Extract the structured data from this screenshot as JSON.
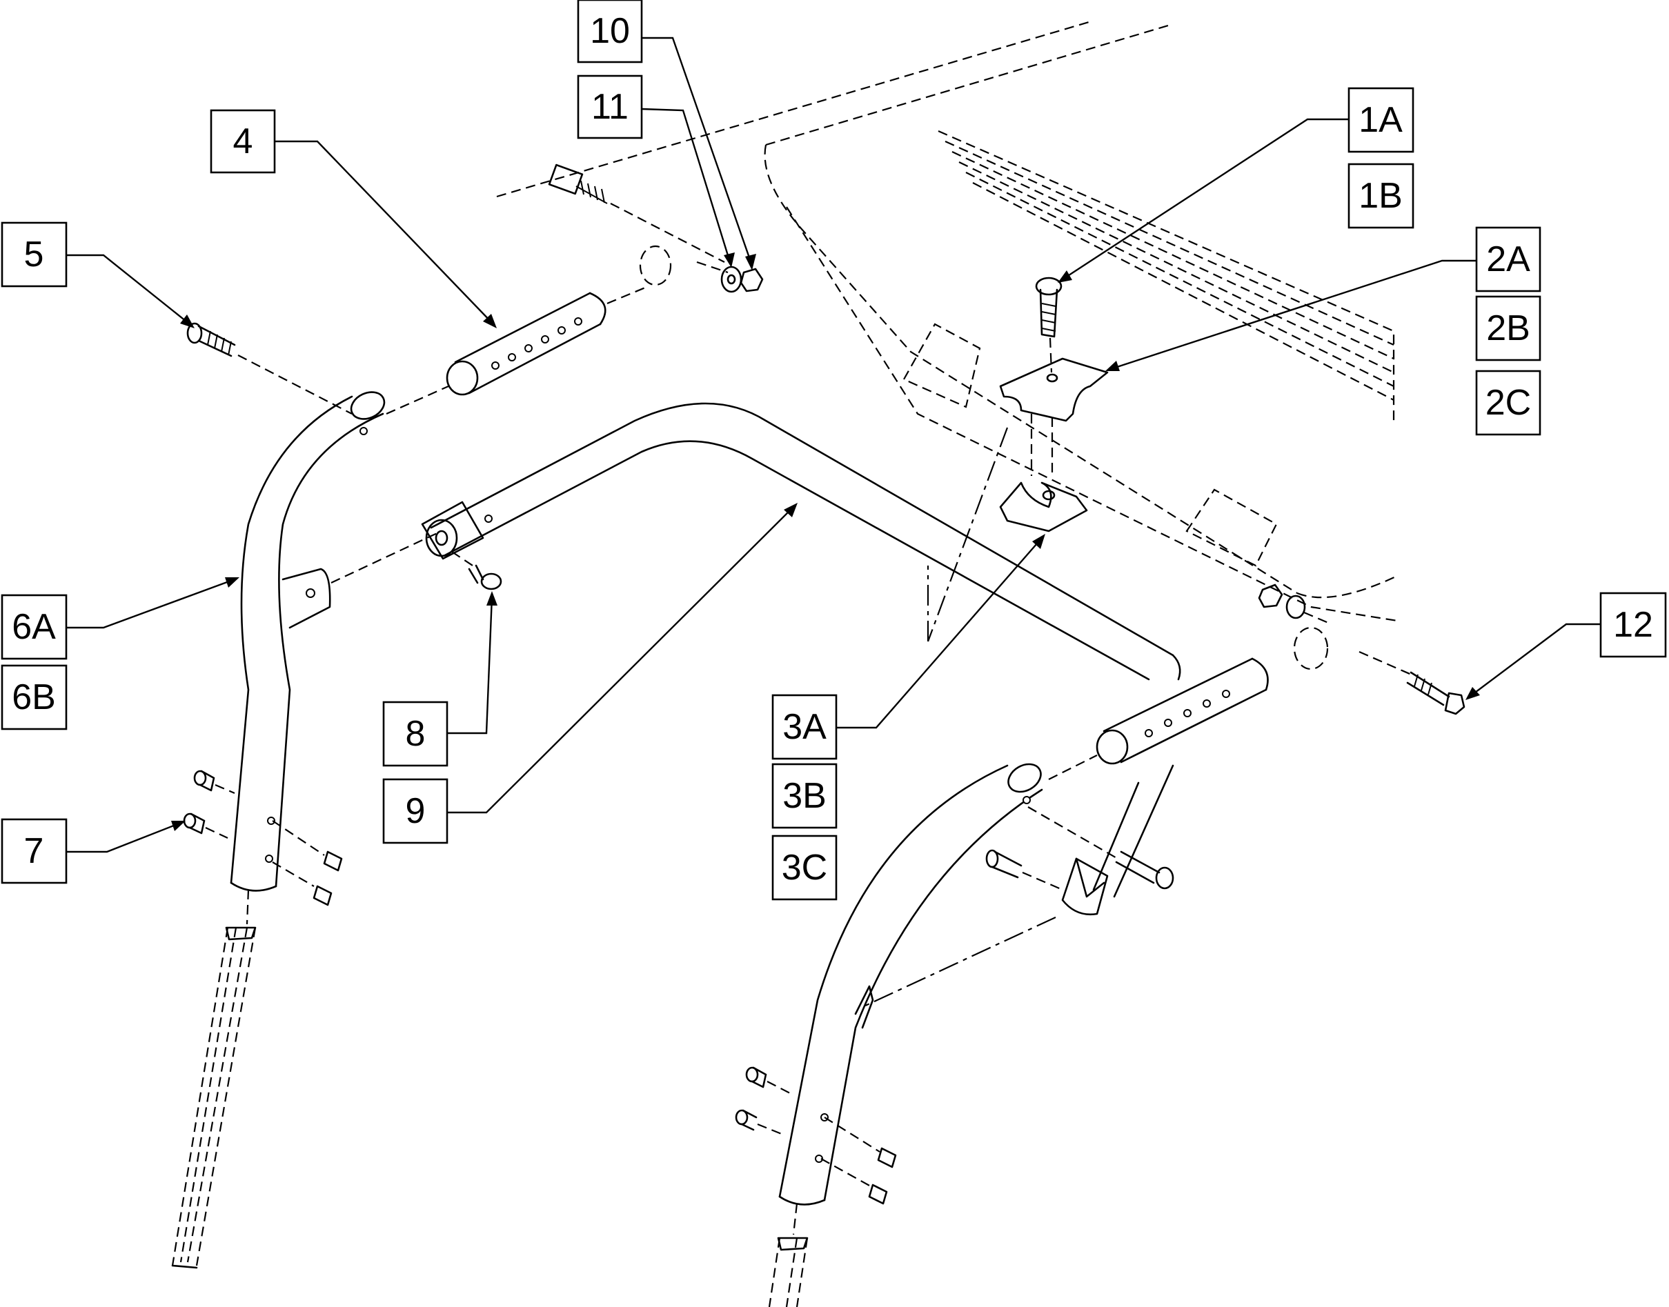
{
  "callouts": [
    {
      "id": "c10",
      "label": "10"
    },
    {
      "id": "c11",
      "label": "11"
    },
    {
      "id": "c4",
      "label": "4"
    },
    {
      "id": "c5",
      "label": "5"
    },
    {
      "id": "c1a",
      "label": "1A"
    },
    {
      "id": "c1b",
      "label": "1B"
    },
    {
      "id": "c2a",
      "label": "2A"
    },
    {
      "id": "c2b",
      "label": "2B"
    },
    {
      "id": "c2c",
      "label": "2C"
    },
    {
      "id": "c6a",
      "label": "6A"
    },
    {
      "id": "c6b",
      "label": "6B"
    },
    {
      "id": "c12",
      "label": "12"
    },
    {
      "id": "c8",
      "label": "8"
    },
    {
      "id": "c3a",
      "label": "3A"
    },
    {
      "id": "c3b",
      "label": "3B"
    },
    {
      "id": "c3c",
      "label": "3C"
    },
    {
      "id": "c9",
      "label": "9"
    },
    {
      "id": "c7",
      "label": "7"
    }
  ]
}
